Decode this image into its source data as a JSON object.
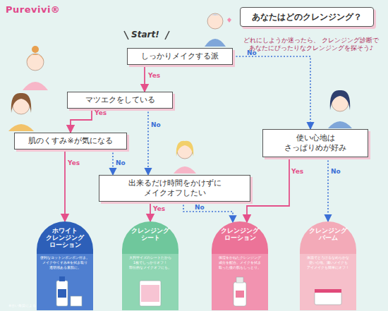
{
  "diagram": {
    "title": "あなたはどのクレンジング？",
    "nodes": [
      {
        "text": [
          "しっかりメイクする派"
        ]
      },
      {
        "text": [
          "マツエクをしている"
        ]
      },
      {
        "text": [
          "肌のくすみ※が気になる"
        ]
      },
      {
        "text": [
          "使い心地は さっぱりめが好み"
        ]
      },
      {
        "text": [
          "出来るだけ時間をかけずに メイクオフしたい"
        ]
      },
      {
        "text": [
          "ホワイト クレンジング ローション",
          "便利なコットンポンポン付き。 メイクやくすみ※を拭き取り 透明感ある素肌に。"
        ]
      },
      {
        "text": [
          "クレンジング シート",
          "大判サイズのシートだから 1枚でしっかりオフ！ 部分的なメイクオフにも。"
        ]
      },
      {
        "text": [
          "クレンジング ローション",
          "保湿をかねたクレンジング 成分を配合。メイクを拭き 取った後の肌もしっとり。"
        ]
      },
      {
        "text": [
          "クレンジング バーム",
          "体温でとろけるなめらかな 使い心地。濃いメイクも アイメイクも簡単にオフ！"
        ]
      }
    ],
    "edges": [
      {
        "from": 0,
        "to": 1,
        "arrow": "to",
        "label": "Yes"
      },
      {
        "from": 0,
        "to": 3,
        "arrow": "to",
        "label": "No"
      },
      {
        "from": 1,
        "to": 2,
        "arrow": "to",
        "label": "Yes"
      },
      {
        "from": 1,
        "to": 4,
        "arrow": "to",
        "label": "No"
      },
      {
        "from": 2,
        "to": 5,
        "arrow": "to",
        "label": "Yes"
      },
      {
        "from": 2,
        "to": 4,
        "arrow": "to",
        "label": "No"
      },
      {
        "from": 3,
        "to": 7,
        "arrow": "to",
        "label": "Yes"
      },
      {
        "from": 3,
        "to": 8,
        "arrow": "to",
        "label": "No"
      },
      {
        "from": 4,
        "to": 6,
        "arrow": "to",
        "label": "Yes"
      },
      {
        "from": 4,
        "to": 7,
        "arrow": "to",
        "label": "No"
      }
    ],
    "labels": [
      "Purevivi®",
      "Start!",
      "どれにしようか迷ったら、 クレンジング診断で あなたにぴったりなクレンジングを探そう♪",
      "※古い角質による"
    ]
  }
}
